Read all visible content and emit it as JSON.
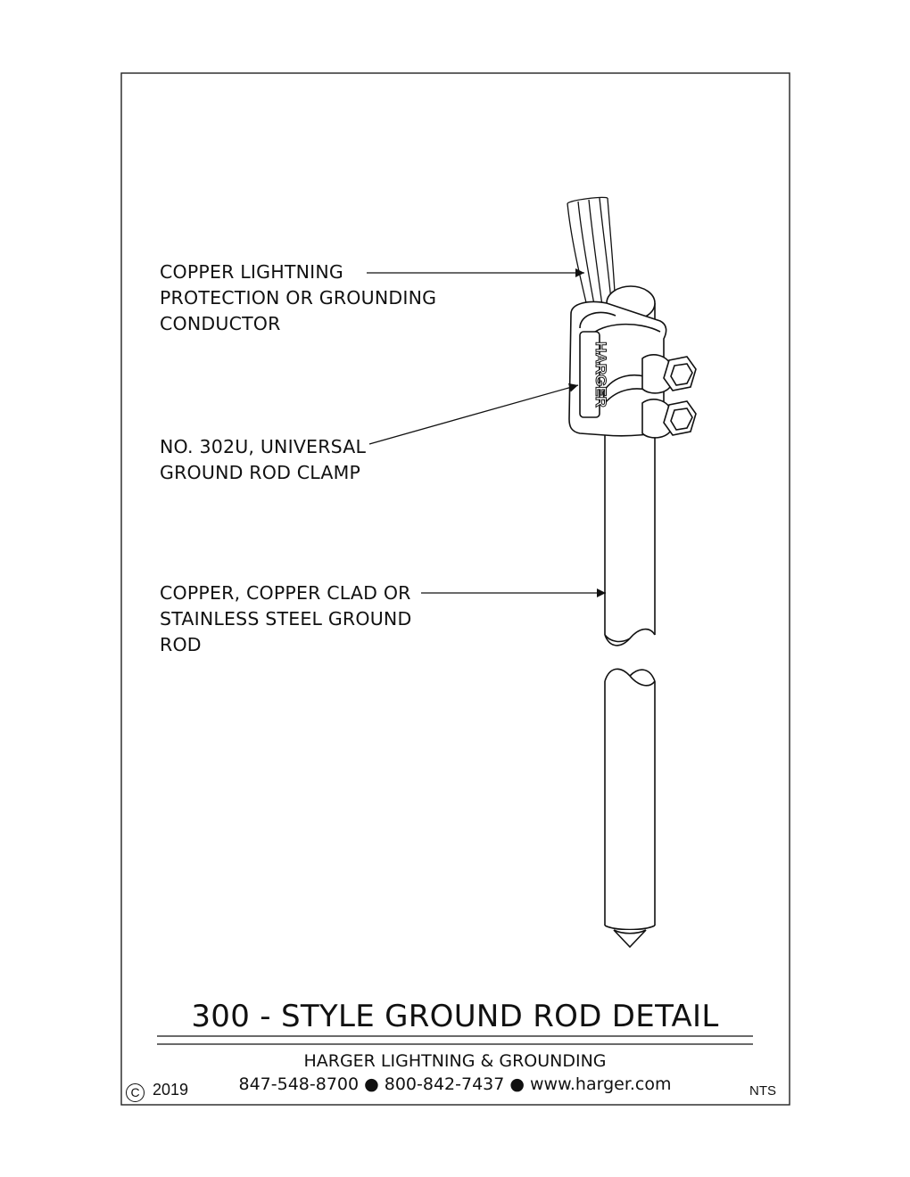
{
  "callouts": {
    "conductor": [
      "COPPER LIGHTNING",
      "PROTECTION OR GROUNDING",
      "CONDUCTOR"
    ],
    "clamp": [
      "NO. 302U, UNIVERSAL",
      "GROUND ROD CLAMP"
    ],
    "rod": [
      "COPPER, COPPER CLAD OR",
      "STAINLESS STEEL GROUND",
      "ROD"
    ]
  },
  "clamp_brand": "HARGER",
  "title": "300 - STYLE GROUND ROD DETAIL",
  "footer": {
    "company": "HARGER LIGHTNING & GROUNDING",
    "contact": "847-548-8700 ● 800-842-7437 ● www.harger.com",
    "copyright_symbol": "C",
    "copyright_year": "2019",
    "scale": "NTS"
  }
}
